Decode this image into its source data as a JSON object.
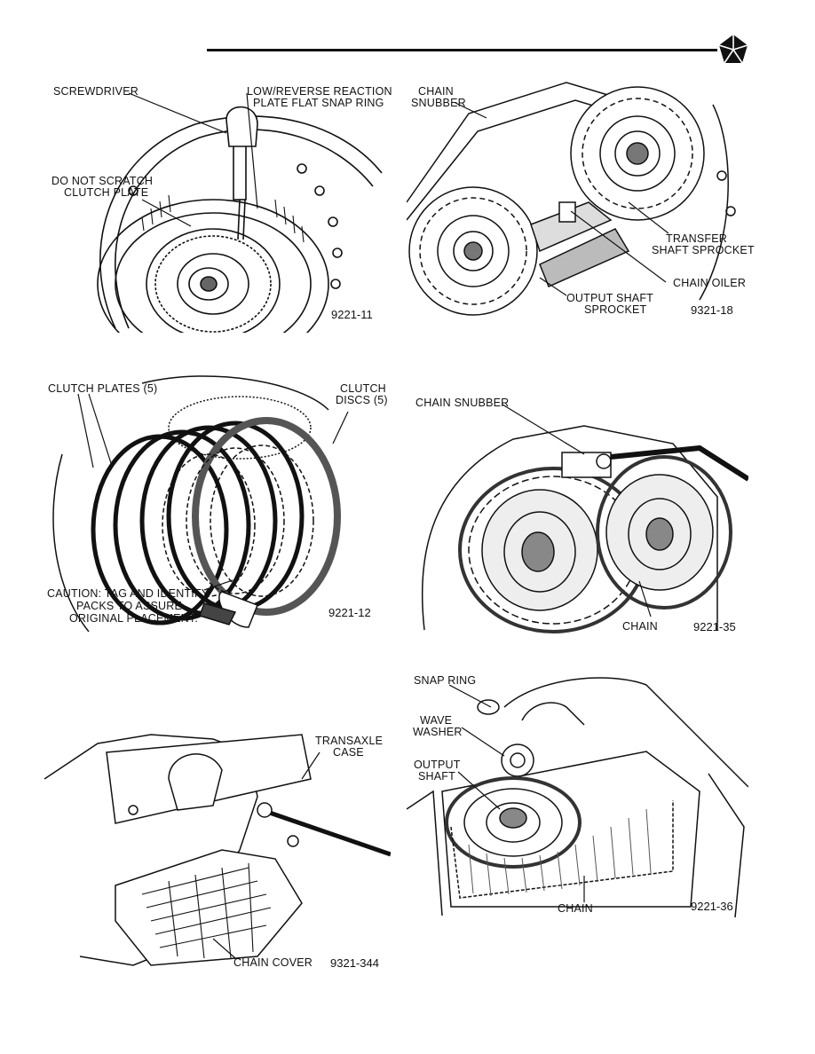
{
  "figures": [
    {
      "id": "9221-11",
      "labels": {
        "screwdriver": "SCREWDRIVER",
        "snap_ring_1": "LOW/REVERSE REACTION",
        "snap_ring_2": "PLATE FLAT SNAP RING",
        "scratch_1": "DO NOT SCRATCH",
        "scratch_2": "CLUTCH PLATE"
      },
      "number": "9221-11"
    },
    {
      "id": "9321-18",
      "labels": {
        "snubber_1": "CHAIN",
        "snubber_2": "SNUBBER",
        "transfer_1": "TRANSFER",
        "transfer_2": "SHAFT SPROCKET",
        "oiler": "CHAIN OILER",
        "output_1": "OUTPUT SHAFT",
        "output_2": "SPROCKET"
      },
      "number": "9321-18"
    },
    {
      "id": "9221-12",
      "labels": {
        "plates": "CLUTCH PLATES (5)",
        "discs_1": "CLUTCH",
        "discs_2": "DISCS (5)",
        "caution_1": "CAUTION: TAG AND IDENTIFY",
        "caution_2": "PACKS TO ASSURE",
        "caution_3": "ORIGINAL PLACEMENT."
      },
      "number": "9221-12"
    },
    {
      "id": "9221-35",
      "labels": {
        "snubber": "CHAIN SNUBBER",
        "chain": "CHAIN"
      },
      "number": "9221-35"
    },
    {
      "id": "9321-344",
      "labels": {
        "case_1": "TRANSAXLE",
        "case_2": "CASE",
        "cover": "CHAIN COVER"
      },
      "number": "9321-344"
    },
    {
      "id": "9221-36",
      "labels": {
        "snap_ring": "SNAP RING",
        "wave_1": "WAVE",
        "wave_2": "WASHER",
        "output_1": "OUTPUT",
        "output_2": "SHAFT",
        "chain": "CHAIN"
      },
      "number": "9221-36"
    }
  ]
}
